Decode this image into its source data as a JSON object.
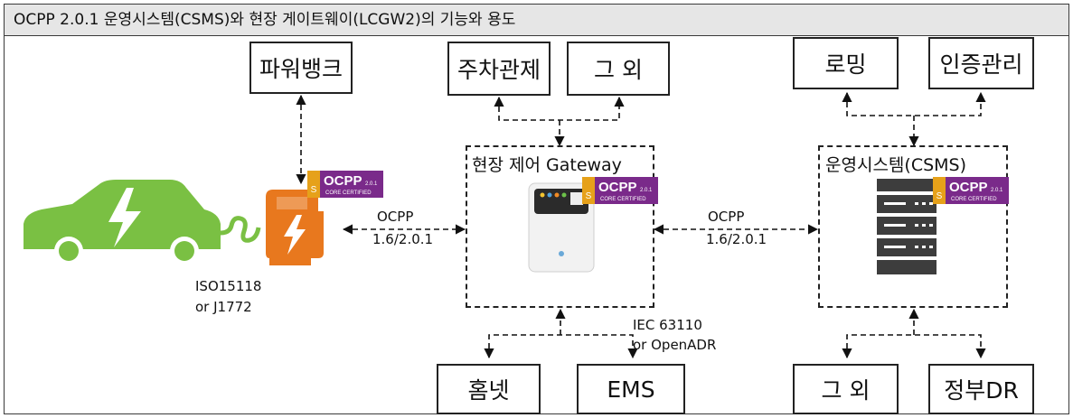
{
  "title": "OCPP 2.0.1 운영시스템(CSMS)와 현장 게이트웨이(LCGW2)의 기능와 용도",
  "boxes": {
    "power_bank": "파워뱅크",
    "parking": "주차관제",
    "gateway_other": "그 외",
    "roaming": "로밍",
    "auth": "인증관리",
    "homenet": "홈넷",
    "ems": "EMS",
    "csms_other": "그 외",
    "gov_dr": "정부DR"
  },
  "groups": {
    "gateway_title": "현장 제어 Gateway",
    "csms_title": "운영시스템(CSMS)"
  },
  "labels": {
    "ocpp_left_1": "OCPP",
    "ocpp_left_2": "1.6/2.0.1",
    "ocpp_right_1": "OCPP",
    "ocpp_right_2": "1.6/2.0.1",
    "iso_1": "ISO15118",
    "iso_2": "or J1772",
    "iec_1": "IEC 63110",
    "iec_2": "or OpenADR"
  },
  "badge": {
    "brand": "OCPP",
    "version": "2.0.1",
    "sub": "CORE CERTIFIED",
    "letter": "S",
    "colors": {
      "purple": "#7a2a8a",
      "gold": "#e6a11a"
    }
  },
  "colors": {
    "ev_green": "#7ac043",
    "charger_orange": "#e8781e"
  }
}
